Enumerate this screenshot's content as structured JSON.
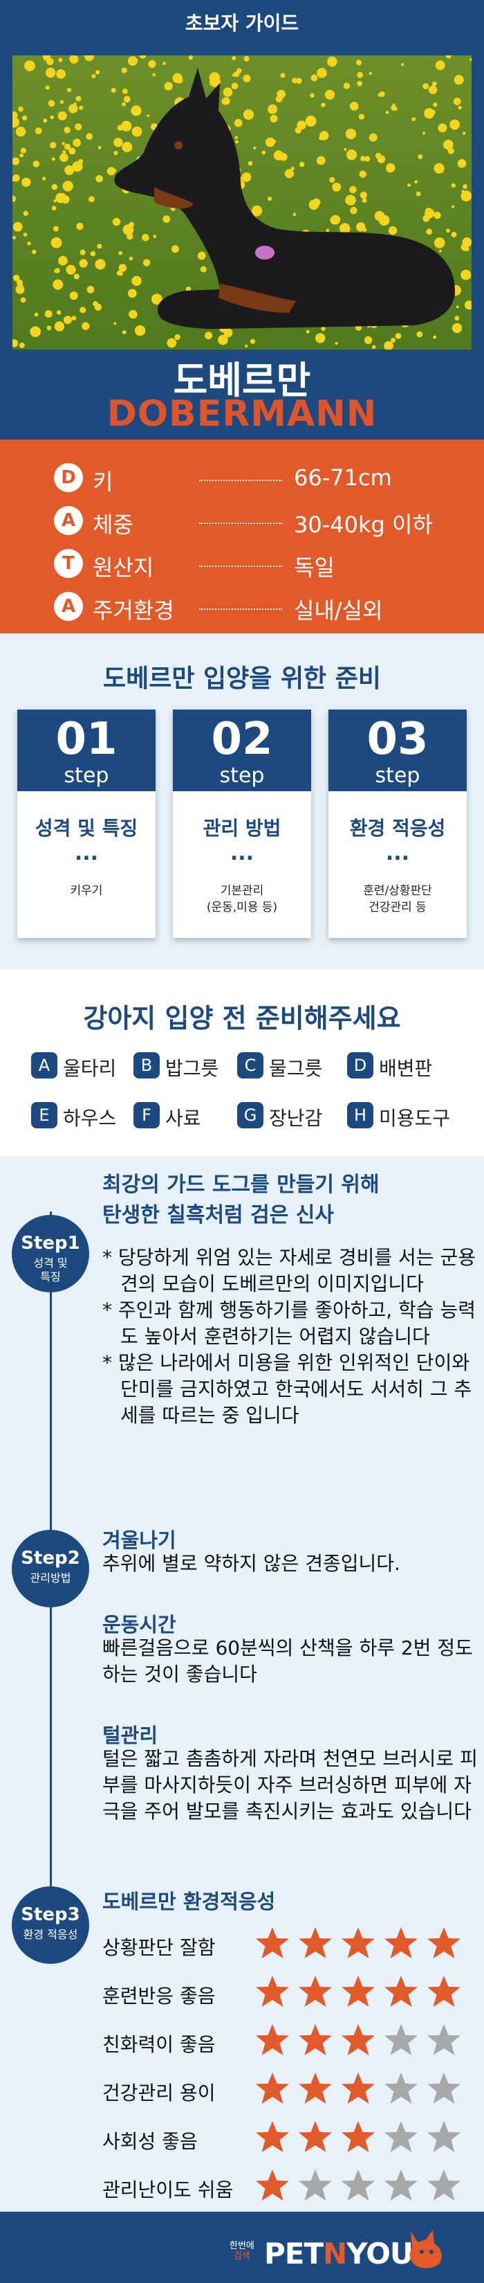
{
  "hero": {
    "label": "초보자 가이드",
    "breed_ko": "도베르만",
    "breed_en": "DOBERMANN"
  },
  "stats": [
    {
      "badge": "D",
      "label": "키",
      "value": "66-71cm"
    },
    {
      "badge": "A",
      "label": "체중",
      "value": "30-40kg 이하"
    },
    {
      "badge": "T",
      "label": "원산지",
      "value": "독일"
    },
    {
      "badge": "A",
      "label": "주거환경",
      "value": "실내/실외"
    }
  ],
  "prep": {
    "title": "도베르만 입양을 위한 준비",
    "cards": [
      {
        "num": "01",
        "word": "step",
        "title": "성격 및 특징",
        "ellipsis": "...",
        "desc1": "키우기",
        "desc2": ""
      },
      {
        "num": "02",
        "word": "step",
        "title": "관리 방법",
        "ellipsis": "...",
        "desc1": "기본관리",
        "desc2": "(운동,미용 등)"
      },
      {
        "num": "03",
        "word": "step",
        "title": "환경 적응성",
        "ellipsis": "...",
        "desc1": "훈련/상황판단",
        "desc2": "건강관리 등"
      }
    ]
  },
  "checklist": {
    "title": "강아지 입양 전 준비해주세요",
    "items": [
      {
        "badge": "A",
        "label": "울타리"
      },
      {
        "badge": "B",
        "label": "밥그릇"
      },
      {
        "badge": "C",
        "label": "물그릇"
      },
      {
        "badge": "D",
        "label": "배변판"
      },
      {
        "badge": "E",
        "label": "하우스"
      },
      {
        "badge": "F",
        "label": "사료"
      },
      {
        "badge": "G",
        "label": "장난감"
      },
      {
        "badge": "H",
        "label": "미용도구"
      }
    ]
  },
  "guide": {
    "step1": {
      "badge": "Step1",
      "sub1": "성격 및",
      "sub2": "특징",
      "head1": "최강의 가드 도그를 만들기 위해",
      "head2": "탄생한 칠흑처럼 검은 신사",
      "bullets": [
        "* 당당하게 위엄 있는 자세로 경비를 서는 군용견의 모습이 도베르만의 이미지입니다",
        "* 주인과 함께  행동하기를 좋아하고, 학습 능력도 높아서 훈련하기는 어렵지 않습니다",
        "* 많은 나라에서 미용을 위한 인위적인 단이와 단미를 금지하였고 한국에서도 서서히 그 추세를 따르는 중 입니다"
      ]
    },
    "step2": {
      "badge": "Step2",
      "sub1": "관리방법",
      "sections": [
        {
          "heading": "겨울나기",
          "text": "추위에 별로 약하지 않은 견종입니다."
        },
        {
          "heading": "운동시간",
          "text": "빠른걸음으로 60분씩의 산책을 하루 2번 정도 하는 것이 좋습니다"
        },
        {
          "heading": "털관리",
          "text": "털은 짧고 촘촘하게 자라며 천연모 브러시로 피부를 마사지하듯이 자주 브러싱하면 피부에 자극을 주어 발모를 촉진시키는 효과도 있습니다"
        }
      ]
    },
    "step3": {
      "badge": "Step3",
      "sub1": "환경 적응성",
      "heading": "도베르만 환경적응성",
      "ratings": [
        {
          "label": "상황판단 잘함",
          "score": 5
        },
        {
          "label": "훈련반응 좋음",
          "score": 5
        },
        {
          "label": "친화력이 좋음",
          "score": 3
        },
        {
          "label": "건강관리 용이",
          "score": 3
        },
        {
          "label": "사회성 좋음",
          "score": 3
        },
        {
          "label": "관리난이도 쉬움",
          "score": 1
        }
      ],
      "max_score": 5,
      "colors": {
        "filled": "#e35a2a",
        "empty": "#a8a8a8"
      }
    }
  },
  "footer": {
    "tag1": "한번에",
    "tag2": "검색",
    "logo_a": "PET",
    "logo_b": "N",
    "logo_c": "YOU"
  },
  "colors": {
    "navy": "#1c4a80",
    "orange": "#e35a2a",
    "light_blue": "#e6f1f9"
  }
}
